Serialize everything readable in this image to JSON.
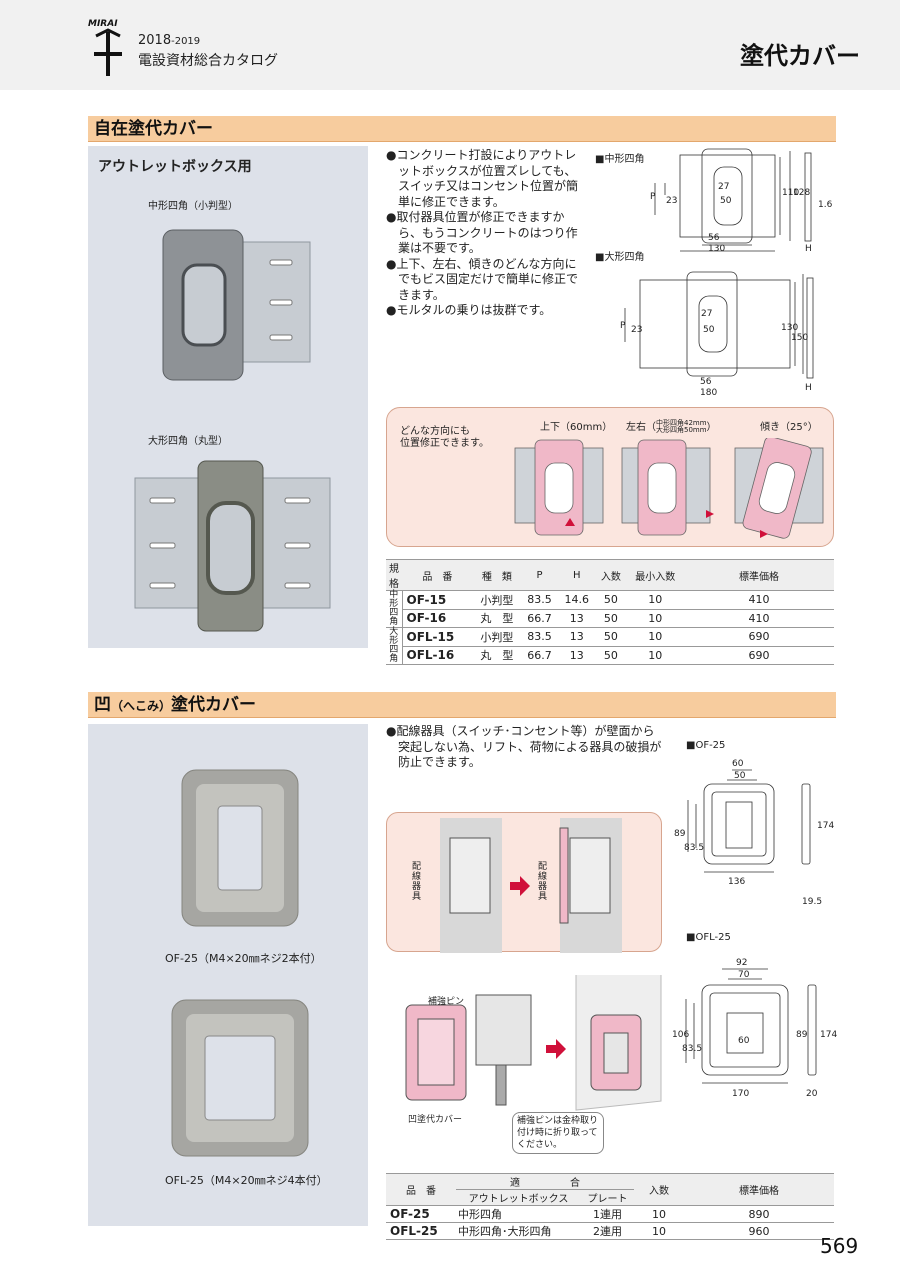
{
  "header": {
    "brand": "MIRAI",
    "years_main": "2018",
    "years_sub": "-2019",
    "catalog": "電設資材総合カタログ",
    "page_title": "塗代カバー"
  },
  "section1": {
    "title": "自在塗代カバー",
    "subtitle": "アウトレットボックス用",
    "label_medium": "中形四角（小判型）",
    "label_large": "大形四角（丸型）",
    "bullets": [
      "コンクリート打設によりアウトレットボックスが位置ズレしても、スイッチ又はコンセント位置が簡単に修正できます。",
      "取付器具位置が修正できますから、もうコンクリートのはつり作業は不要です。",
      "上下、左右、傾きのどんな方向にでもビス固定だけで簡単に修正できます。",
      "モルタルの乗りは抜群です。"
    ],
    "drawing_medium": {
      "title": "■中形四角",
      "p": "P",
      "d23": "23",
      "d27": "27",
      "d50": "50",
      "d110": "110",
      "d128": "128",
      "d16": "1.6",
      "d56": "56",
      "d130": "130",
      "h": "H"
    },
    "drawing_large": {
      "title": "■大形四角",
      "p": "P",
      "d23": "23",
      "d27": "27",
      "d50": "50",
      "d130": "130",
      "d150": "150",
      "d56": "56",
      "d180": "180",
      "h": "H"
    },
    "adjust": {
      "note1": "どんな方向にも",
      "note2": "位置修正できます。",
      "updown": "上下（60mm）",
      "leftright": "左右（",
      "lr_detail1": "中形四角42mm",
      "lr_detail2": "大形四角50mm",
      "lr_close": "）",
      "tilt": "傾き（25°）"
    },
    "table": {
      "headers": [
        "規格",
        "品　番",
        "種　類",
        "P",
        "H",
        "入数",
        "最小入数",
        "標準価格"
      ],
      "group1": "中形四角",
      "group2": "大形四角",
      "rows": [
        {
          "code": "OF-15",
          "type": "小判型",
          "p": "83.5",
          "h": "14.6",
          "qty": "50",
          "min": "10",
          "price": "410"
        },
        {
          "code": "OF-16",
          "type": "丸　型",
          "p": "66.7",
          "h": "13",
          "qty": "50",
          "min": "10",
          "price": "410"
        },
        {
          "code": "OFL-15",
          "type": "小判型",
          "p": "83.5",
          "h": "13",
          "qty": "50",
          "min": "10",
          "price": "690"
        },
        {
          "code": "OFL-16",
          "type": "丸　型",
          "p": "66.7",
          "h": "13",
          "qty": "50",
          "min": "10",
          "price": "690"
        }
      ]
    }
  },
  "section2": {
    "title_main": "凹",
    "title_small": "（へこみ）",
    "title_rest": "塗代カバー",
    "caption_of25": "OF-25（M4×20㎜ネジ2本付）",
    "caption_ofl25": "OFL-25（M4×20㎜ネジ4本付）",
    "bullets": [
      "配線器具（スイッチ･コンセント等）が壁面から突起しない為、リフト、荷物による器具の破損が防止できます。"
    ],
    "drawing_of25": {
      "title": "■OF-25",
      "d60": "60",
      "d50": "50",
      "d89": "89",
      "d835": "83.5",
      "d174": "174",
      "d136": "136",
      "d195": "19.5"
    },
    "drawing_ofl25": {
      "title": "■OFL-25",
      "d92": "92",
      "d70": "70",
      "d106": "106",
      "d835": "83.5",
      "d60": "60",
      "d89": "89",
      "d174": "174",
      "d170": "170",
      "d20": "20"
    },
    "wall": {
      "label1": "配線器具",
      "label2": "配線器具"
    },
    "install": {
      "pin": "補強ピン",
      "cover": "凹塗代カバー",
      "note": "補強ピンは金枠取り付け時に折り取ってください。"
    },
    "table": {
      "h_code": "品　番",
      "h_fit": "適　　　　　合",
      "h_box": "アウトレットボックス",
      "h_plate": "プレート",
      "h_qty": "入数",
      "h_price": "標準価格",
      "rows": [
        {
          "code": "OF-25",
          "box": "中形四角",
          "plate": "1連用",
          "qty": "10",
          "price": "890"
        },
        {
          "code": "OFL-25",
          "box": "中形四角･大形四角",
          "plate": "2連用",
          "qty": "10",
          "price": "960"
        }
      ]
    }
  },
  "page_number": "569",
  "colors": {
    "section_bar": "#f7cc9e",
    "panel": "#dde1e9",
    "pink_panel": "#fbe6df",
    "illustration_pink": "#f0b8c8"
  }
}
